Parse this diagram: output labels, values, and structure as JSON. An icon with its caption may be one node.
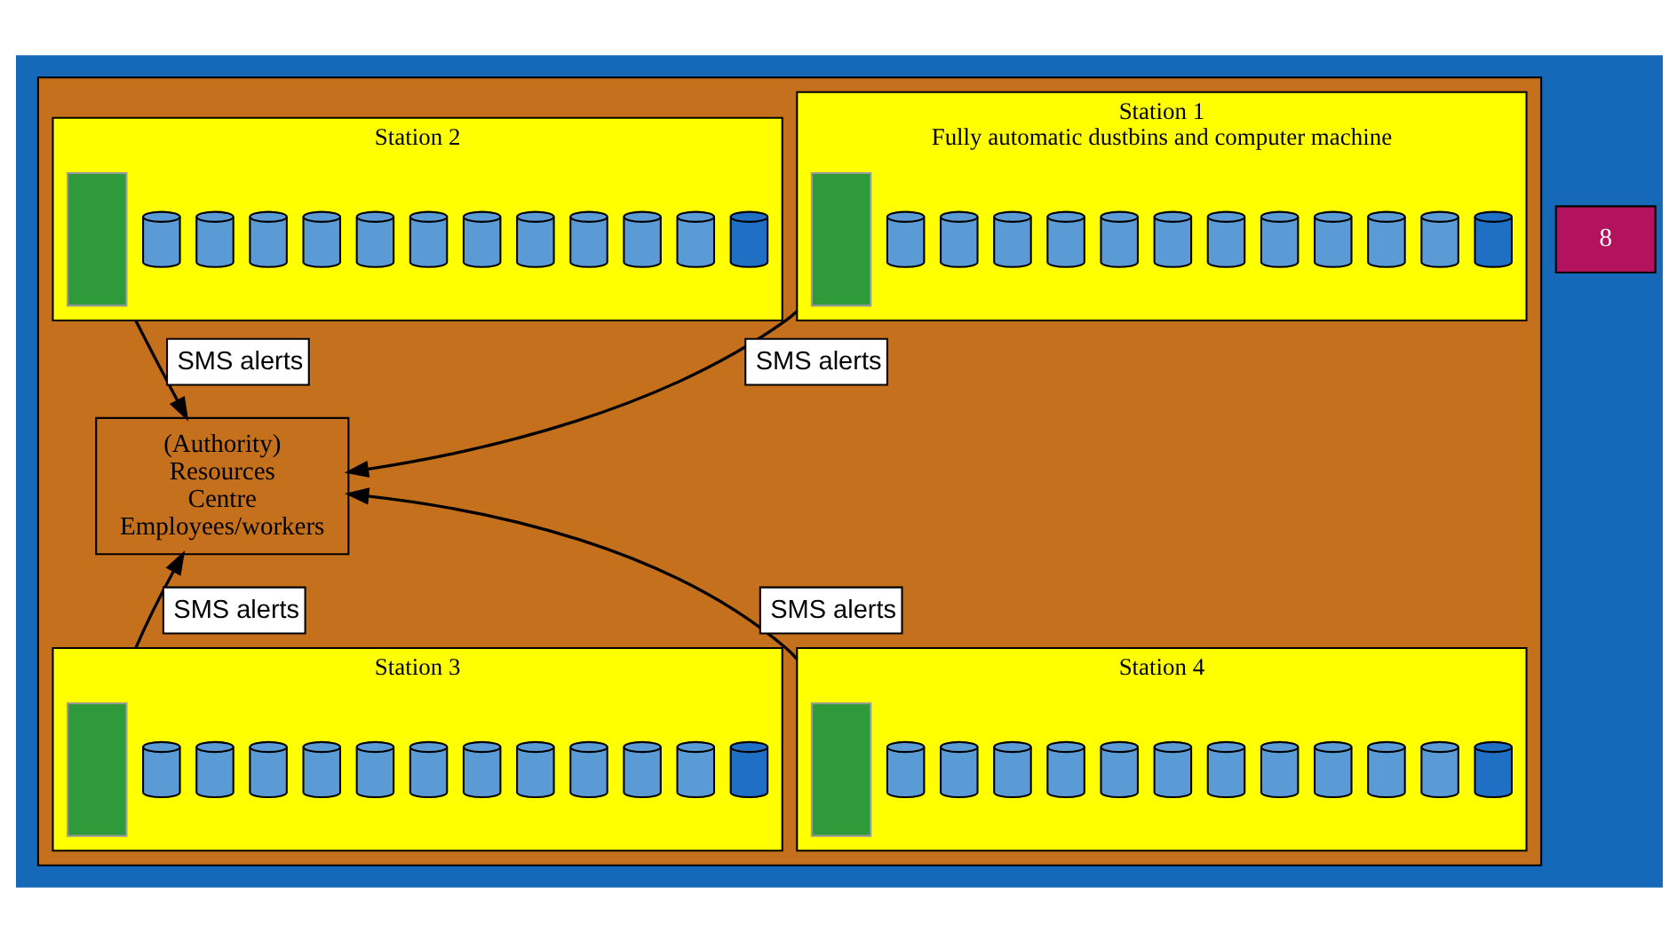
{
  "diagram": {
    "nodes": [
      {
        "text": [],
        "shape": "box"
      },
      {
        "text": [
          "Station 1",
          "Fully automatic dustbins and computer machine"
        ],
        "in": 0
      },
      {
        "text": [
          "Station 2"
        ],
        "in": 0
      },
      {
        "text": [
          "(Authority)",
          "Resources",
          "Centre",
          "Employees/workers"
        ],
        "in": 0
      },
      {
        "text": [
          "Station 3"
        ],
        "in": 0
      },
      {
        "text": [
          "Station 4"
        ],
        "in": 0
      },
      {
        "text": [
          "8"
        ]
      },
      {
        "text": [],
        "shape": "cylinder",
        "in": 1
      },
      {
        "text": [],
        "shape": "cylinder",
        "in": 1
      },
      {
        "text": [],
        "shape": "cylinder",
        "in": 1
      },
      {
        "text": [],
        "shape": "cylinder",
        "in": 1
      },
      {
        "text": [],
        "shape": "cylinder",
        "in": 1
      },
      {
        "text": [],
        "shape": "cylinder",
        "in": 1
      },
      {
        "text": [],
        "shape": "cylinder",
        "in": 1
      },
      {
        "text": [],
        "shape": "cylinder",
        "in": 1
      },
      {
        "text": [],
        "shape": "cylinder",
        "in": 1
      },
      {
        "text": [],
        "shape": "cylinder",
        "in": 1
      },
      {
        "text": [],
        "shape": "cylinder",
        "in": 1
      },
      {
        "text": [],
        "shape": "cylinder",
        "in": 1
      },
      {
        "text": [],
        "shape": "box",
        "in": 1
      },
      {
        "text": [],
        "shape": "cylinder",
        "in": 2
      },
      {
        "text": [],
        "shape": "cylinder",
        "in": 2
      },
      {
        "text": [],
        "shape": "cylinder",
        "in": 2
      },
      {
        "text": [],
        "shape": "cylinder",
        "in": 2
      },
      {
        "text": [],
        "shape": "cylinder",
        "in": 2
      },
      {
        "text": [],
        "shape": "cylinder",
        "in": 2
      },
      {
        "text": [],
        "shape": "cylinder",
        "in": 2
      },
      {
        "text": [],
        "shape": "cylinder",
        "in": 2
      },
      {
        "text": [],
        "shape": "cylinder",
        "in": 2
      },
      {
        "text": [],
        "shape": "cylinder",
        "in": 2
      },
      {
        "text": [],
        "shape": "cylinder",
        "in": 2
      },
      {
        "text": [],
        "shape": "cylinder",
        "in": 2
      },
      {
        "text": [],
        "shape": "box",
        "in": 2
      },
      {
        "text": [],
        "shape": "cylinder",
        "in": 4
      },
      {
        "text": [],
        "shape": "cylinder",
        "in": 4
      },
      {
        "text": [],
        "shape": "cylinder",
        "in": 4
      },
      {
        "text": [],
        "shape": "cylinder",
        "in": 4
      },
      {
        "text": [],
        "shape": "cylinder",
        "in": 4
      },
      {
        "text": [],
        "shape": "cylinder",
        "in": 4
      },
      {
        "text": [],
        "shape": "cylinder",
        "in": 4
      },
      {
        "text": [],
        "shape": "cylinder",
        "in": 4
      },
      {
        "text": [],
        "shape": "cylinder",
        "in": 4
      },
      {
        "text": [],
        "shape": "cylinder",
        "in": 4
      },
      {
        "text": [],
        "shape": "cylinder",
        "in": 4
      },
      {
        "text": [],
        "shape": "cylinder",
        "in": 4
      },
      {
        "text": [],
        "shape": "box",
        "in": 4
      },
      {
        "text": [],
        "shape": "cylinder",
        "in": 5
      },
      {
        "text": [],
        "shape": "cylinder",
        "in": 5
      },
      {
        "text": [],
        "shape": "cylinder",
        "in": 5
      },
      {
        "text": [],
        "shape": "cylinder",
        "in": 5
      },
      {
        "text": [],
        "shape": "cylinder",
        "in": 5
      },
      {
        "text": [],
        "shape": "cylinder",
        "in": 5
      },
      {
        "text": [],
        "shape": "cylinder",
        "in": 5
      },
      {
        "text": [],
        "shape": "cylinder",
        "in": 5
      },
      {
        "text": [],
        "shape": "cylinder",
        "in": 5
      },
      {
        "text": [],
        "shape": "cylinder",
        "in": 5
      },
      {
        "text": [],
        "shape": "cylinder",
        "in": 5
      },
      {
        "text": [],
        "shape": "cylinder",
        "in": 5
      },
      {
        "text": [],
        "shape": "box",
        "in": 5
      }
    ],
    "edges": [
      {
        "from": 1,
        "to": 3,
        "arrow": "to",
        "label": "SMS alerts"
      },
      {
        "from": 2,
        "to": 3,
        "arrow": "to",
        "label": "SMS alerts"
      },
      {
        "from": 4,
        "to": 3,
        "arrow": "to",
        "label": "SMS alerts"
      },
      {
        "from": 5,
        "to": 3,
        "arrow": "to",
        "label": "SMS alerts"
      }
    ]
  }
}
